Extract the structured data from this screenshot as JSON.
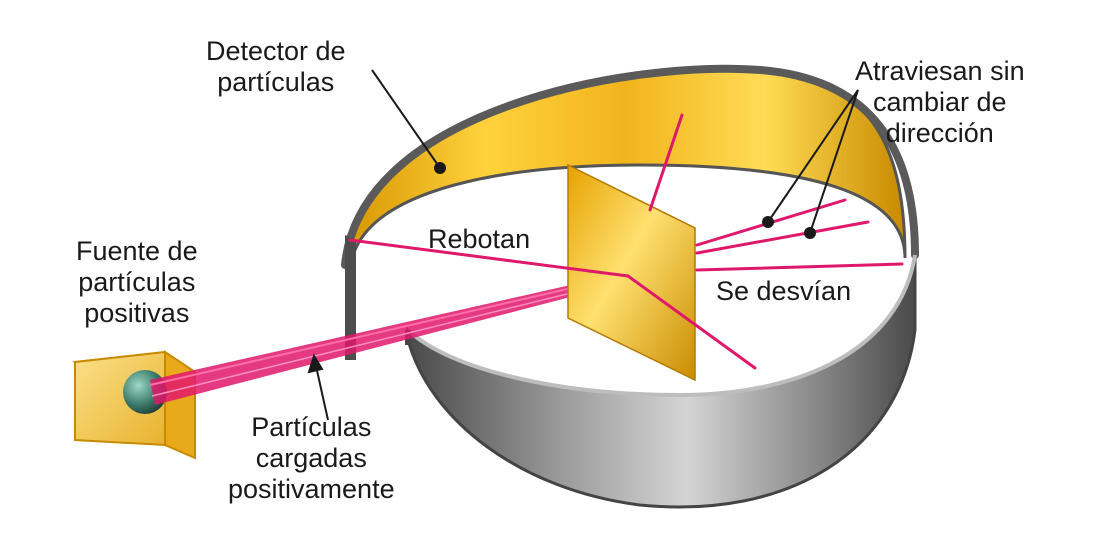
{
  "labels": {
    "detector": [
      "Detector de",
      "partículas"
    ],
    "undeflected": [
      "Atraviesan sin",
      "cambiar de",
      "dirección"
    ],
    "source": [
      "Fuente de",
      "partículas",
      "positivas"
    ],
    "bounce": "Rebotan",
    "deflect": "Se desvían",
    "beam": [
      "Partículas",
      "cargadas",
      "positivamente"
    ]
  },
  "colors": {
    "gold_dark": "#c88a00",
    "gold_light": "#ffd640",
    "ring_outer": "#5a5a5a",
    "ring_light": "#c6c6c6",
    "beam": "#e0186b",
    "pointer": "#1a1a1a"
  }
}
